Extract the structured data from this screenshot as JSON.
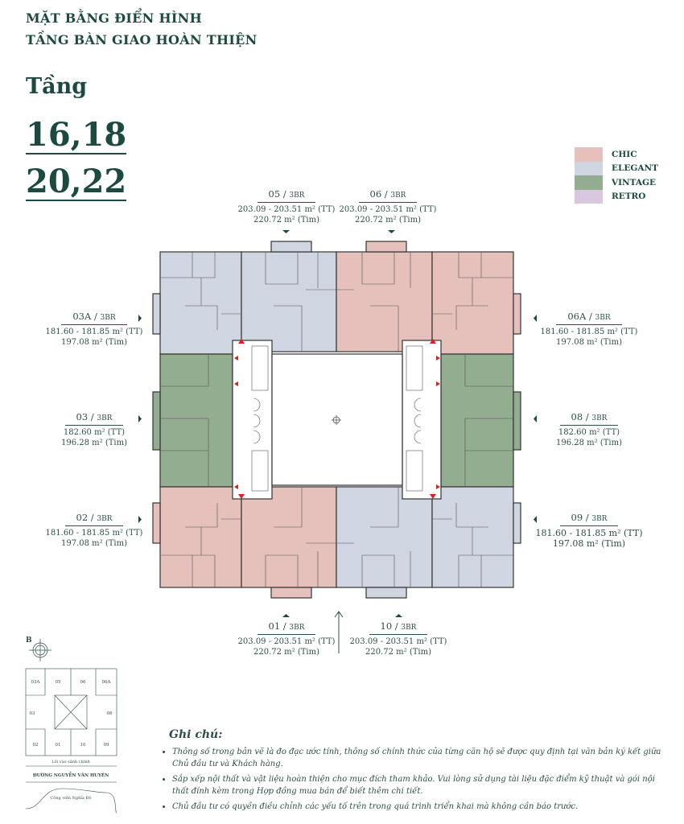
{
  "header": {
    "title_line1": "MẶT BẰNG ĐIỂN HÌNH",
    "title_line2": "TẦNG BÀN GIAO HOÀN THIỆN",
    "floor_label": "Tầng",
    "floors_line1": "16,18",
    "floors_line2": "20,22"
  },
  "legend": [
    {
      "label": "CHIC",
      "color": "#e6c1bb"
    },
    {
      "label": "ELEGANT",
      "color": "#cfd5e1"
    },
    {
      "label": "VINTAGE",
      "color": "#93ad90"
    },
    {
      "label": "RETRO",
      "color": "#d8c8df"
    }
  ],
  "units": {
    "u05": {
      "code": "05",
      "type": "3BR",
      "tt": "203.09 - 203.51 m² (TT)",
      "tim": "220.72 m² (Tim)",
      "style": "ELEGANT"
    },
    "u06": {
      "code": "06",
      "type": "3BR",
      "tt": "203.09 - 203.51 m² (TT)",
      "tim": "220.72 m² (Tim)",
      "style": "CHIC"
    },
    "u03a": {
      "code": "03A",
      "type": "3BR",
      "tt": "181.60 - 181.85 m² (TT)",
      "tim": "197.08 m² (Tim)",
      "style": "ELEGANT"
    },
    "u03": {
      "code": "03",
      "type": "3BR",
      "tt": "182.60 m² (TT)",
      "tim": "196.28 m² (Tim)",
      "style": "VINTAGE"
    },
    "u02": {
      "code": "02",
      "type": "3BR",
      "tt": "181.60 - 181.85 m² (TT)",
      "tim": "197.08 m² (Tim)",
      "style": "CHIC"
    },
    "u06a": {
      "code": "06A",
      "type": "3BR",
      "tt": "181.60 - 181.85 m² (TT)",
      "tim": "197.08 m² (Tim)",
      "style": "CHIC"
    },
    "u08": {
      "code": "08",
      "type": "3BR",
      "tt": "182.60 m² (TT)",
      "tim": "196.28 m² (Tim)",
      "style": "VINTAGE"
    },
    "u09": {
      "code": "09",
      "type": "3BR",
      "tt": "181.60 - 181.85 m² (TT)",
      "tim": "197.08 m² (Tim)",
      "style": "ELEGANT"
    },
    "u01": {
      "code": "01",
      "type": "3BR",
      "tt": "203.09 - 203.51 m² (TT)",
      "tim": "220.72 m² (Tim)",
      "style": "CHIC"
    },
    "u10": {
      "code": "10",
      "type": "3BR",
      "tt": "203.09 - 203.51 m² (TT)",
      "tim": "220.72 m² (Tim)",
      "style": "ELEGANT"
    }
  },
  "minimap": {
    "north": "B",
    "cells": [
      "03A",
      "05",
      "06",
      "06A",
      "03",
      "08",
      "02",
      "01",
      "10",
      "09"
    ],
    "entrance": "Lối vào sảnh chính",
    "street": "ĐƯỜNG NGUYỄN VĂN HUYÊN",
    "park": "Công viên Nghĩa Đô"
  },
  "notes": {
    "title": "Ghi chú:",
    "items": [
      "Thông số trong bản vẽ là đo đạc ước tính, thông số chính thức của từng căn hộ sẽ được quy định tại văn bản ký kết giữa Chủ đầu tư và Khách hàng.",
      "Sắp xếp nội thất và vật liệu hoàn thiện cho mục đích tham khảo. Vui lòng sử dụng tài liệu đặc điểm kỹ thuật và gói nội thất đính kèm trong Hợp đồng mua bán để biết thêm chi tiết.",
      "Chủ đầu tư có quyền điều chỉnh các yếu tố trên trong quá trình triển khai mà không cần báo trước."
    ]
  }
}
